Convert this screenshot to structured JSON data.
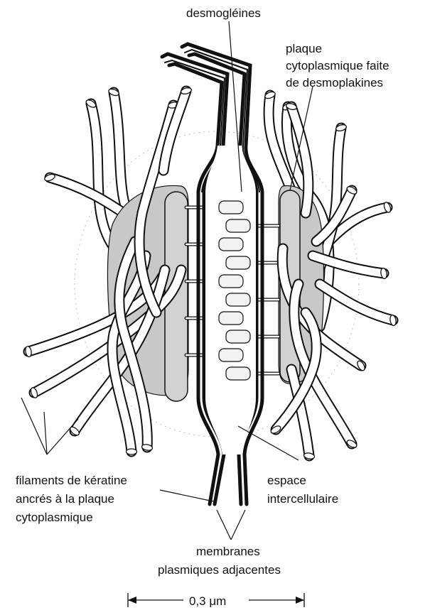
{
  "labels": {
    "desmogleines": "desmogléines",
    "plaque_line1": "plaque",
    "plaque_line2": "cytoplasmique faite",
    "plaque_line3": "de desmoplakines",
    "filaments_line1": "filaments de kératine",
    "filaments_line2": "ancrés à la plaque",
    "filaments_line3": "cytoplasmique",
    "espace_line1": "espace",
    "espace_line2": "intercellulaire",
    "membranes_line1": "membranes",
    "membranes_line2": "plasmiques adjacentes"
  },
  "scale_bar": {
    "label": "0,3 μm"
  },
  "colors": {
    "ink": "#111111",
    "plaque": "#c8c8c8",
    "glycoprotein": "#f2f2f2",
    "filament": "#ffffff",
    "background": "#ffffff"
  }
}
